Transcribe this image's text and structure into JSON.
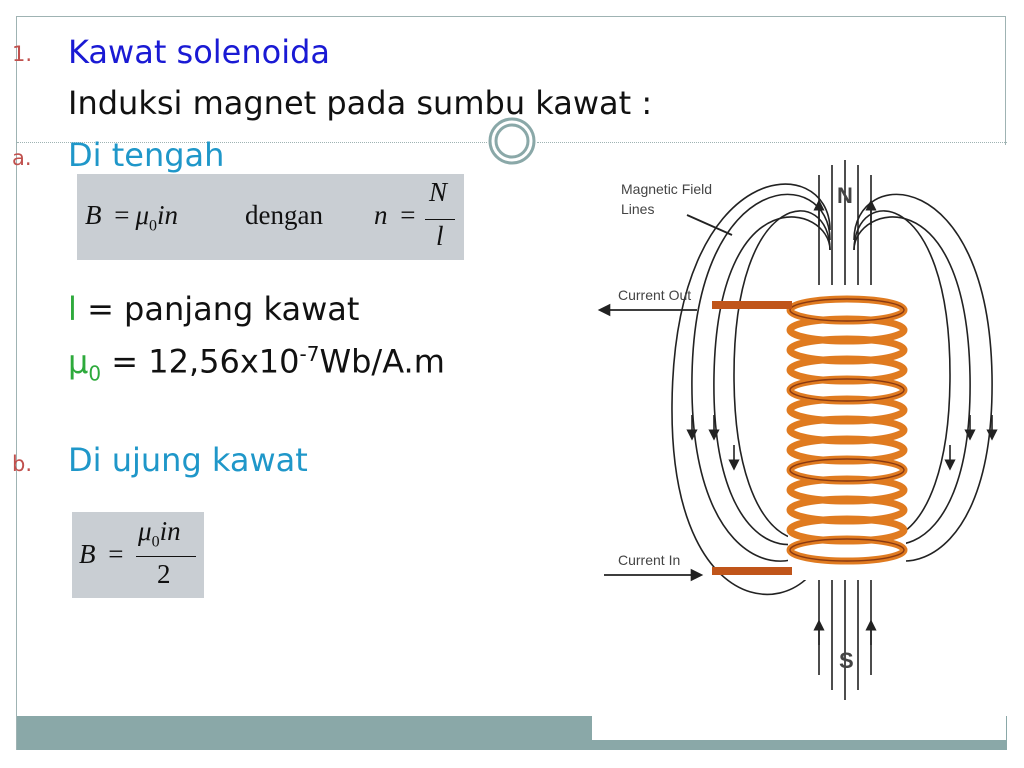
{
  "list": {
    "item1_number": "1.",
    "item1_heading": "Kawat solenoida",
    "item1_subheading": "Induksi magnet pada sumbu kawat :",
    "item_a_marker": "a.",
    "item_a_heading": "Di tengah",
    "item_b_marker": "b.",
    "item_b_heading": "Di ujung kawat"
  },
  "formula_center": {
    "lhs": "B",
    "eq": "=",
    "mu": "μ",
    "mu_sub": "0",
    "rhs": "in",
    "connector": "dengan",
    "n": "n",
    "eq2": "=",
    "numerator": "N",
    "denominator": "l"
  },
  "definitions": {
    "l_symbol": "l",
    "l_text": " = panjang kawat",
    "mu_symbol": "μ",
    "mu_sub": "0",
    "mu_text": " = 12,56x10",
    "mu_exp": "-7",
    "mu_unit": "Wb/A.m"
  },
  "formula_end": {
    "lhs": "B",
    "eq": "=",
    "mu": "μ",
    "mu_sub": "0",
    "numerator_rest": "in",
    "denominator": "2"
  },
  "diagram": {
    "label_field_lines_1": "Magnetic Field",
    "label_field_lines_2": "Lines",
    "label_current_out": "Current Out",
    "label_current_in": "Current In",
    "label_north": "N",
    "label_south": "S"
  },
  "colors": {
    "heading_blue": "#1a1ad4",
    "heading_cyan": "#1f97c9",
    "number_red": "#c0504d",
    "mu_green": "#2eaa3c",
    "coil_orange": "#e07b20",
    "coil_dark": "#8a3a12",
    "theme_teal": "#8aa8a8"
  }
}
